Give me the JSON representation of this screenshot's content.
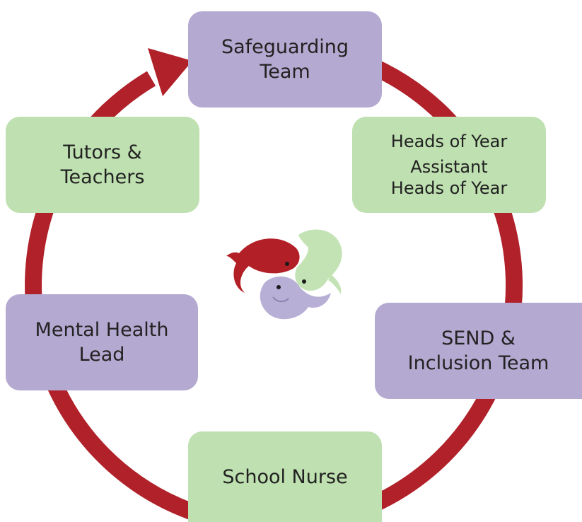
{
  "colors": {
    "ring": "#b0212a",
    "purple_box": "#b4a9d0",
    "green_box": "#bfe0b0",
    "fish_red": "#b31f26",
    "fish_green": "#c3e3b5",
    "fish_purple": "#b8afd6"
  },
  "icons": {
    "cycle_arrow": "circular-arrow-icon",
    "logo": "three-fish-logo-icon"
  },
  "nodes": {
    "safeguarding": {
      "line1": "Safeguarding",
      "line2": "Team"
    },
    "heads_of_year": {
      "line1": "Heads of Year",
      "line2": "Assistant",
      "line3": "Heads of Year"
    },
    "send": {
      "line1": "SEND &",
      "line2": "Inclusion Team"
    },
    "school_nurse": {
      "line1": "School Nurse"
    },
    "mental_health": {
      "line1": "Mental Health",
      "line2": "Lead"
    },
    "tutors": {
      "line1": "Tutors &",
      "line2": "Teachers"
    }
  }
}
